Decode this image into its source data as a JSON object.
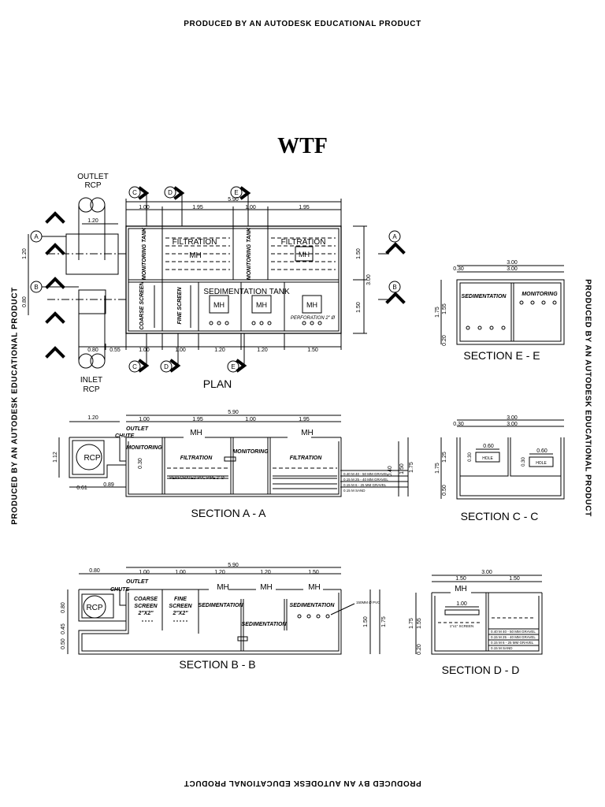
{
  "watermark": "PRODUCED BY AN AUTODESK EDUCATIONAL PRODUCT",
  "title": "WTF",
  "plan": {
    "label": "PLAN",
    "outlet": [
      "OUTLET",
      "RCP"
    ],
    "inlet": [
      "INLET",
      "RCP"
    ],
    "section_marks": [
      "A",
      "B",
      "C",
      "D",
      "E"
    ],
    "top_dims": [
      "5.90",
      "1.00",
      "1.95",
      "1.00",
      "1.95"
    ],
    "left_dims": [
      "1.20",
      "1.20",
      "0.80"
    ],
    "bottom_dims": [
      "0.80",
      "0.55",
      "1.00",
      "1.00",
      "1.20",
      "1.20",
      "1.50"
    ],
    "right_dims": [
      "1.50",
      "3.00",
      "1.50"
    ],
    "labels": {
      "filtration": "FILTRATION",
      "mh": "MH",
      "monitoring_tank": "MONITORING TANK",
      "sedimentation_tank": "SEDIMENTATION TANK",
      "coarse_screen": "COARSE SCREEN",
      "fine_screen": "FINE SCREEN",
      "perforation": "PERFORATION 2\" Ø"
    }
  },
  "section_aa": {
    "label": "SECTION  A - A",
    "dims_top": [
      "5.90",
      "1.20",
      "1.00",
      "1.95",
      "1.00",
      "1.95"
    ],
    "dims_left": [
      "1.12",
      "0.30",
      "0.61",
      "0.89"
    ],
    "dims_right": [
      "0.40",
      "1.50",
      "1.75"
    ],
    "labels": {
      "outlet_chute": [
        "OUTLET",
        "CHUTE"
      ],
      "rcp": "RCP",
      "monitoring": "MONITORING",
      "filtration": "FILTRATION",
      "mh": "MH",
      "perforated_pipe": "PERFORATED PVC PIPE 2\" Ø",
      "layers": [
        "0.40 M   40 - 50 MM GRAVEL",
        "0.15 M   25 - 40 MM GRAVEL",
        "0.15 M   6 - 25 MM GRAVEL",
        "0.15 M  SAND"
      ]
    }
  },
  "section_bb": {
    "label": "SECTION  B - B",
    "dims_top": [
      "5.90",
      "0.80",
      "1.00",
      "1.00",
      "1.20",
      "1.20",
      "1.50"
    ],
    "dims_left": [
      "0.80",
      "0.45",
      "0.50"
    ],
    "dims_right": [
      "1.50",
      "1.75"
    ],
    "labels": {
      "outlet_chute": [
        "OUTLET",
        "CHUTE"
      ],
      "rcp": "RCP",
      "coarse_screen": [
        "COARSE",
        "SCREEN",
        "2\"X2\""
      ],
      "fine_screen": [
        "FINE",
        "SCREEN",
        "2\"X2\""
      ],
      "sedimentation": "SEDIMENTATION",
      "mh": "MH",
      "pvc": "150MM Ø PVC"
    }
  },
  "section_ee": {
    "label": "SECTION E - E",
    "dims": [
      "3.00",
      "3.00",
      "0.30",
      "1.75",
      "1.55",
      "0.20"
    ],
    "labels": {
      "sedimentation": "SEDIMENTATION",
      "monitoring": "MONITORING"
    }
  },
  "section_cc": {
    "label": "SECTION  C - C",
    "dims": [
      "3.00",
      "3.00",
      "0.30",
      "0.60",
      "0.60",
      "1.75",
      "1.25",
      "0.30",
      "0.30",
      "0.50"
    ],
    "labels": {
      "hole": "HOLE"
    }
  },
  "section_dd": {
    "label": "SECTION  D - D",
    "dims": [
      "3.00",
      "1.50",
      "1.50",
      "1.00",
      "1.75",
      "1.55",
      "0.20"
    ],
    "labels": {
      "mh": "MH",
      "screen": "1\"x1\" SCREEN",
      "layers": [
        "0.40 M   40 - 50 MM GRAVEL",
        "0.15 M   25 - 40 MM GRAVEL",
        "0.15 M   6 - 25 MM GRAVEL",
        "0.15 M  SAND"
      ]
    }
  }
}
